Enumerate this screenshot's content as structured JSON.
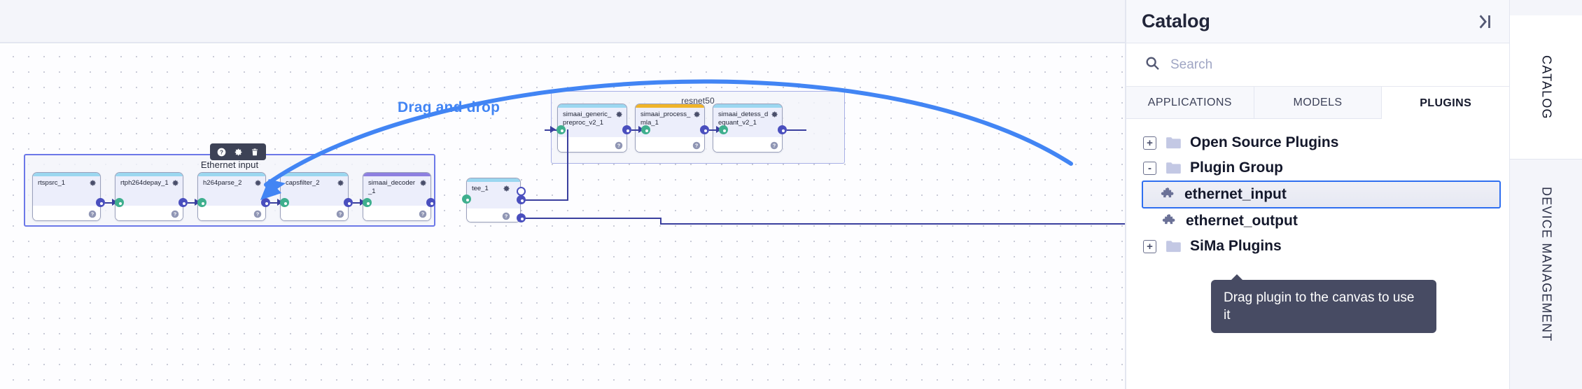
{
  "canvas": {
    "drag_hint": "Drag and drop",
    "groups": [
      {
        "id": "ethernet-input",
        "title": "Ethernet input",
        "toolbar": [
          "help-icon",
          "gear-icon",
          "trash-icon"
        ],
        "nodes": [
          {
            "label": "rtspsrc_1",
            "accent": "cyan"
          },
          {
            "label": "rtph264depay_1",
            "accent": "cyan"
          },
          {
            "label": "h264parse_2",
            "accent": "cyan"
          },
          {
            "label": "capsfilter_2",
            "accent": "cyan"
          },
          {
            "label": "simaai_decoder_1",
            "accent": "purple"
          }
        ]
      },
      {
        "id": "resnet50",
        "title": "resnet50",
        "nodes": [
          {
            "label": "simaai_generic_preproc_v2_1",
            "accent": "cyan"
          },
          {
            "label": "simaai_process_mla_1",
            "accent": "amber"
          },
          {
            "label": "simaai_detess_dequant_v2_1",
            "accent": "cyan"
          }
        ]
      }
    ],
    "standalone_nodes": [
      {
        "label": "tee_1",
        "accent": "cyan"
      }
    ]
  },
  "catalog": {
    "title": "Catalog",
    "collapse_icon": "collapse-panel-icon",
    "search": {
      "placeholder": "Search",
      "value": "",
      "icon": "search-icon"
    },
    "tabs": [
      {
        "label": "APPLICATIONS",
        "active": false
      },
      {
        "label": "MODELS",
        "active": false
      },
      {
        "label": "PLUGINS",
        "active": true
      }
    ],
    "tree": [
      {
        "label": "Open Source Plugins",
        "type": "folder",
        "expander": "+",
        "level": 0,
        "selected": false
      },
      {
        "label": "Plugin Group",
        "type": "folder",
        "expander": "-",
        "level": 0,
        "selected": false
      },
      {
        "label": "ethernet_input",
        "type": "plugin",
        "expander": "",
        "level": 1,
        "selected": true
      },
      {
        "label": "ethernet_output",
        "type": "plugin",
        "expander": "",
        "level": 1,
        "selected": false
      },
      {
        "label": "SiMa Plugins",
        "type": "folder",
        "expander": "+",
        "level": 0,
        "selected": false
      }
    ],
    "tooltip": "Drag plugin to the canvas to use it"
  },
  "side_tabs": [
    {
      "label": "CATALOG",
      "active": true
    },
    {
      "label": "DEVICE MANAGEMENT",
      "active": false
    }
  ],
  "colors": {
    "accent_blue": "#4285f4",
    "edge": "#3a3f9e",
    "port_in": "#3faf8e",
    "port_out": "#4a4fbe",
    "selection": "#2f6ff0",
    "group_border": "#6c78e8"
  }
}
